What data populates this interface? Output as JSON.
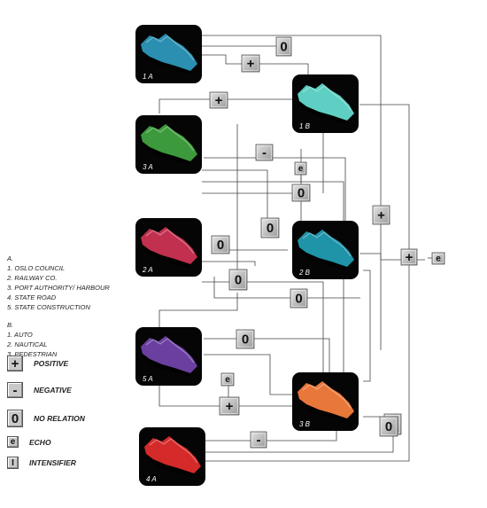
{
  "legend": {
    "group_a": {
      "title": "A.",
      "items": [
        "1. OSLO COUNCIL",
        "2. RAILWAY CO.",
        "3. PORT AUTHORITY/ HARBOUR",
        "4. STATE ROAD",
        "5. STATE CONSTRUCTION"
      ]
    },
    "group_b": {
      "title": "B.",
      "items": [
        "1. AUTO",
        "2. NAUTICAL",
        "3. PEDESTRIAN"
      ]
    },
    "key": [
      {
        "symbol": "+",
        "label": "POSITIVE"
      },
      {
        "symbol": "-",
        "label": "NEGATIVE"
      },
      {
        "symbol": "0",
        "label": "NO RELATION"
      },
      {
        "symbol": "e",
        "label": "ECHO"
      },
      {
        "symbol": "I",
        "label": "INTENSIFIER"
      }
    ]
  },
  "nodes": [
    {
      "id": "1A",
      "label": "1 A",
      "color": "#2a8fb0"
    },
    {
      "id": "1B",
      "label": "1 B",
      "color": "#5ecfc2"
    },
    {
      "id": "3A",
      "label": "3 A",
      "color": "#3d9a3c"
    },
    {
      "id": "2A",
      "label": "2 A",
      "color": "#c2304f"
    },
    {
      "id": "2B",
      "label": "2 B",
      "color": "#1f93a8"
    },
    {
      "id": "5A",
      "label": "5 A",
      "color": "#6b3fa0"
    },
    {
      "id": "3B",
      "label": "3 B",
      "color": "#e8773a"
    },
    {
      "id": "4A",
      "label": "4 A",
      "color": "#d42a2a"
    }
  ],
  "relations": [
    "0",
    "+",
    "+",
    "-",
    "e",
    "0",
    "+",
    "0",
    "0",
    "0",
    "+",
    "e",
    "0",
    "0",
    "0",
    "e",
    "+",
    "-",
    "0"
  ]
}
